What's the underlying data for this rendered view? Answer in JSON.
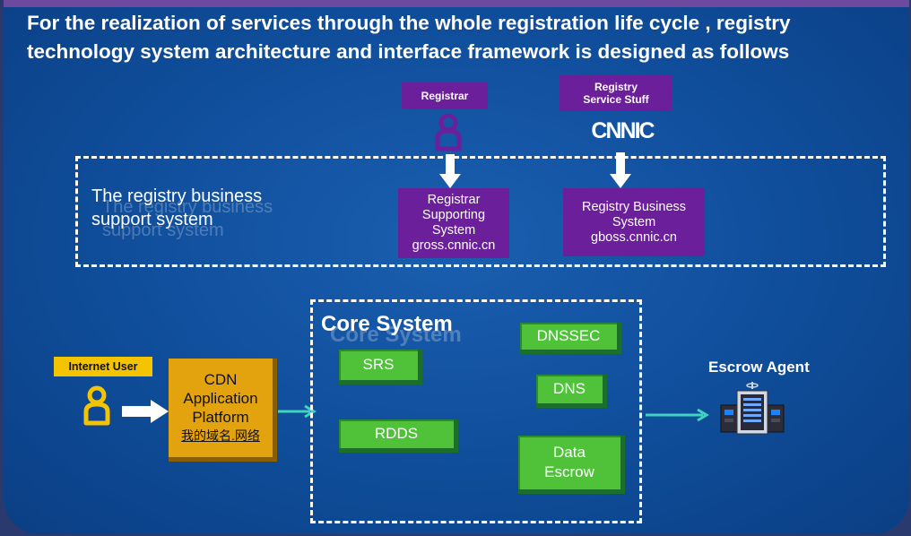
{
  "title": "For the realization of services through the whole registration life cycle , registry technology system architecture and interface framework is designed as follows",
  "actors": {
    "registrar": "Registrar",
    "registry_staff": "Registry Service Stuff",
    "cnnic_logo": "CNNIC",
    "internet_user": "Internet User",
    "escrow_agent": "Escrow Agent"
  },
  "business_support": {
    "label": "The registry business support system",
    "registrar_system": [
      "Registrar",
      "Supporting",
      "System",
      "gross.cnnic.cn"
    ],
    "registry_business_system": [
      "Registry Business",
      "System",
      "gboss.cnnic.cn"
    ]
  },
  "cdn": {
    "lines": [
      "CDN",
      "Application",
      "Platform"
    ],
    "link_text": "我的域名.网络"
  },
  "core_system": {
    "title": "Core System",
    "components": {
      "srs": "SRS",
      "rdds": "RDDS",
      "dnssec": "DNSSEC",
      "dns": "DNS",
      "data_escrow": [
        "Data",
        "Escrow"
      ]
    }
  },
  "colors": {
    "background": "#0f4d9a",
    "purple": "#6c1f9b",
    "green": "#4fc23a",
    "orange": "#e3a30e",
    "teal_arrow": "#3fd3c0"
  }
}
